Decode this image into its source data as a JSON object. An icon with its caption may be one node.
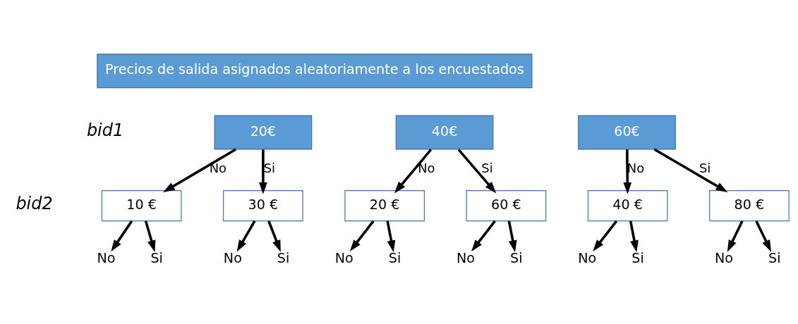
{
  "diagram": {
    "nodes": [
      {
        "text": [
          "Precios de salida asignados aleatoriamente a los encuestados"
        ]
      },
      {
        "text": [
          "20€"
        ]
      },
      {
        "text": [
          "40€"
        ]
      },
      {
        "text": [
          "60€"
        ]
      },
      {
        "text": [
          "10 €"
        ]
      },
      {
        "text": [
          "30 €"
        ]
      },
      {
        "text": [
          "20 €"
        ]
      },
      {
        "text": [
          "60 €"
        ]
      },
      {
        "text": [
          "40 €"
        ]
      },
      {
        "text": [
          "80 €"
        ]
      },
      {
        "text": [
          "No"
        ]
      },
      {
        "text": [
          "Si"
        ]
      },
      {
        "text": [
          "No"
        ]
      },
      {
        "text": [
          "Si"
        ]
      },
      {
        "text": [
          "No"
        ]
      },
      {
        "text": [
          "Si"
        ]
      },
      {
        "text": [
          "No"
        ]
      },
      {
        "text": [
          "Si"
        ]
      },
      {
        "text": [
          "No"
        ]
      },
      {
        "text": [
          "Si"
        ]
      },
      {
        "text": [
          "No"
        ]
      },
      {
        "text": [
          "Si"
        ]
      }
    ],
    "edges": [
      {
        "from": 1,
        "to": 4,
        "arrow": "to",
        "label": "No"
      },
      {
        "from": 1,
        "to": 5,
        "arrow": "to",
        "label": "Si"
      },
      {
        "from": 2,
        "to": 6,
        "arrow": "to",
        "label": "No"
      },
      {
        "from": 2,
        "to": 7,
        "arrow": "to",
        "label": "Si"
      },
      {
        "from": 3,
        "to": 8,
        "arrow": "to",
        "label": "No"
      },
      {
        "from": 3,
        "to": 9,
        "arrow": "to",
        "label": "Si"
      },
      {
        "from": 4,
        "to": 10,
        "arrow": "to"
      },
      {
        "from": 4,
        "to": 11,
        "arrow": "to"
      },
      {
        "from": 5,
        "to": 12,
        "arrow": "to"
      },
      {
        "from": 5,
        "to": 13,
        "arrow": "to"
      },
      {
        "from": 6,
        "to": 14,
        "arrow": "to"
      },
      {
        "from": 6,
        "to": 15,
        "arrow": "to"
      },
      {
        "from": 7,
        "to": 16,
        "arrow": "to"
      },
      {
        "from": 7,
        "to": 17,
        "arrow": "to"
      },
      {
        "from": 8,
        "to": 18,
        "arrow": "to"
      },
      {
        "from": 8,
        "to": 19,
        "arrow": "to"
      },
      {
        "from": 9,
        "to": 20,
        "arrow": "to"
      },
      {
        "from": 9,
        "to": 21,
        "arrow": "to"
      }
    ],
    "labels": [
      "bid1",
      "bid2"
    ]
  }
}
